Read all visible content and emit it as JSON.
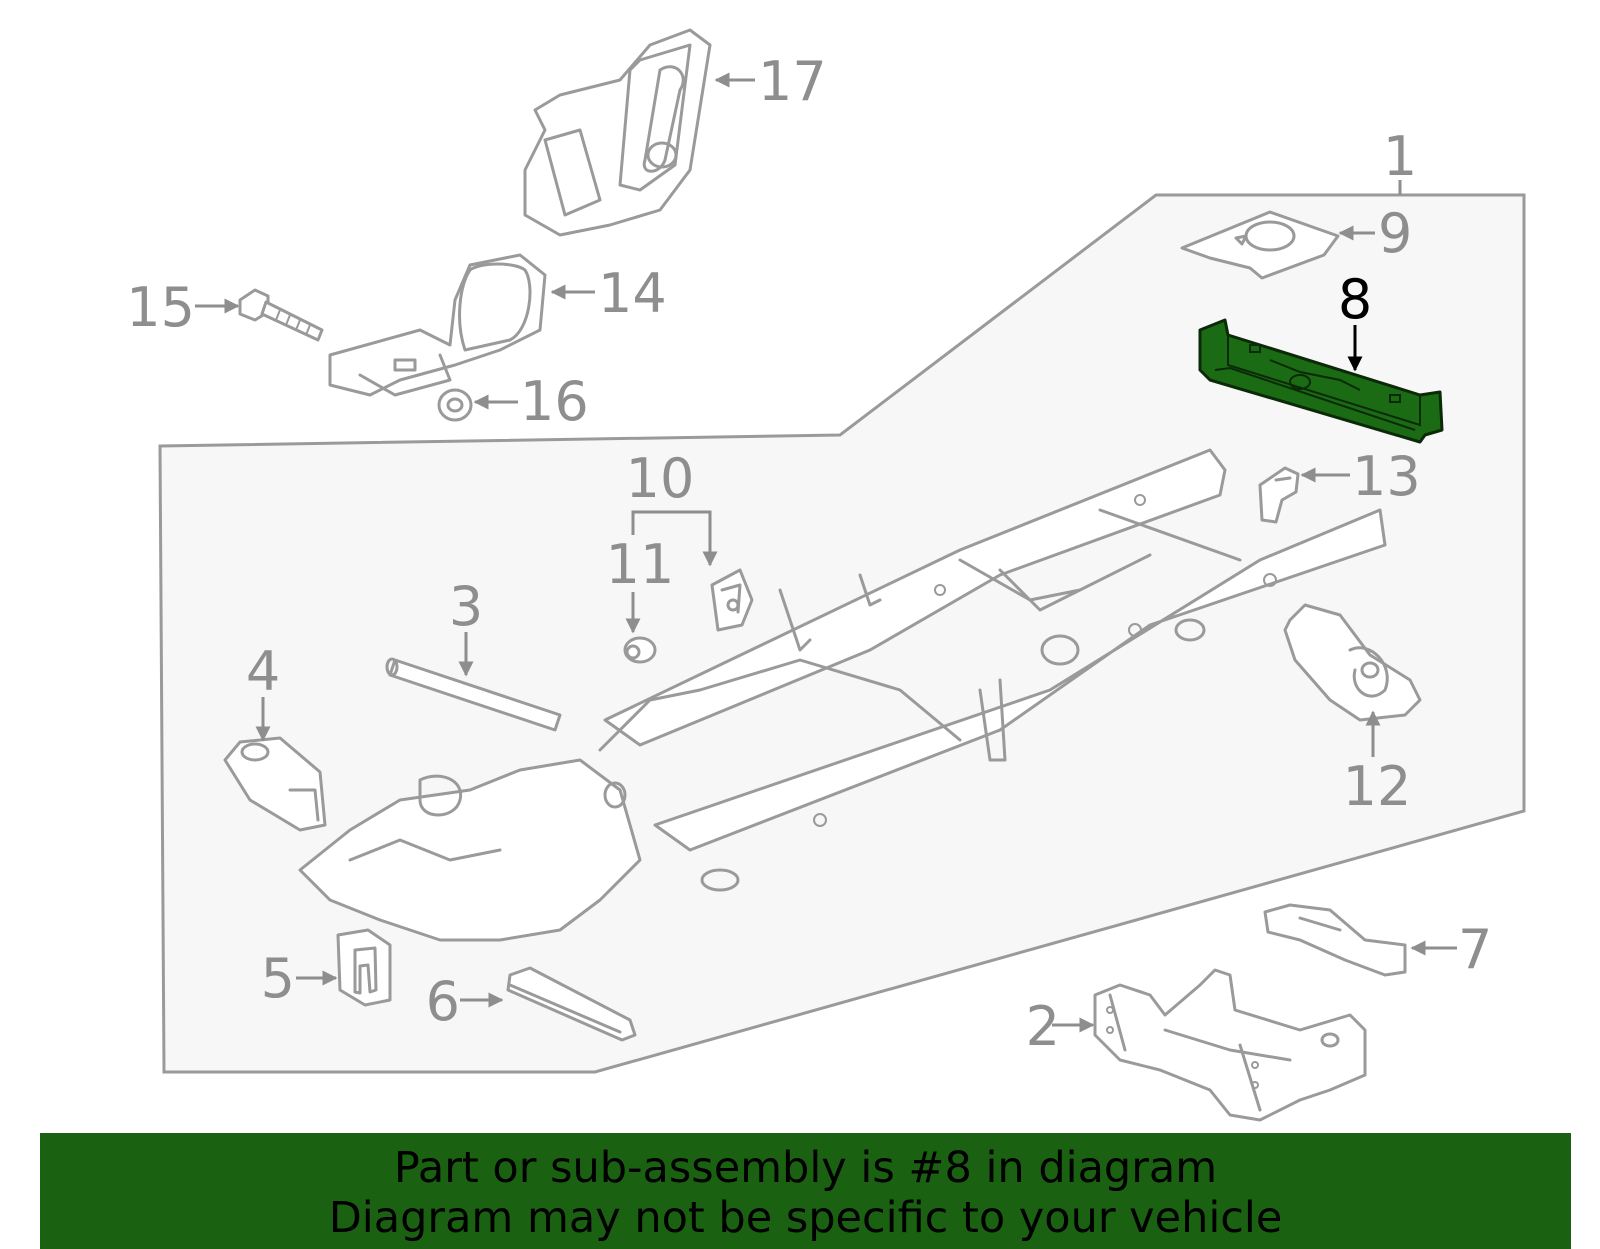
{
  "callouts": {
    "c1": "1",
    "c2": "2",
    "c3": "3",
    "c4": "4",
    "c5": "5",
    "c6": "6",
    "c7": "7",
    "c8": "8",
    "c9": "9",
    "c10": "10",
    "c11": "11",
    "c12": "12",
    "c13": "13",
    "c14": "14",
    "c15": "15",
    "c16": "16",
    "c17": "17"
  },
  "highlighted_part": "8",
  "colors": {
    "highlight_part": "#1b6b15",
    "banner_background": "#1b6112",
    "line_gray": "#9a9a9a",
    "panel_fill": "#f7f7f7"
  },
  "banner": {
    "line1": "Part or sub-assembly is #8 in diagram",
    "line2": "Diagram may not be specific to your vehicle"
  }
}
